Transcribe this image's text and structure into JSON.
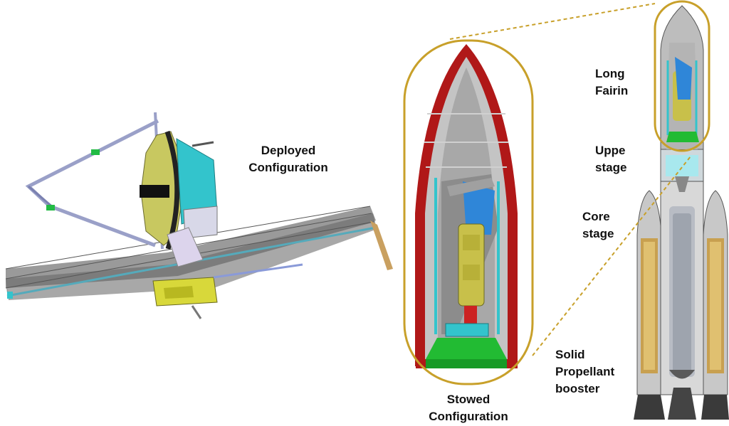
{
  "labels": {
    "deployed_line1": "Deployed",
    "deployed_line2": "Configuration",
    "stowed_line1": "Stowed",
    "stowed_line2": "Configuration",
    "fairing_line1": "Long",
    "fairing_line2": "Fairin",
    "upper_line1": "Uppe",
    "upper_line2": "stage",
    "core_line1": "Core",
    "core_line2": "stage",
    "booster_line1": "Solid",
    "booster_line2": "Propellant",
    "booster_line3": "booster"
  },
  "colors": {
    "callout_outline": "#c8a02a",
    "fairing_red": "#b01818",
    "fairing_grey": "#b8b8b8",
    "sunshield_grey": "#8c8c8c",
    "mirror_gold": "#c8c860",
    "structure_cyan": "#33c4cc",
    "adapter_green": "#22bb33",
    "booster_tan": "#c8a050"
  }
}
